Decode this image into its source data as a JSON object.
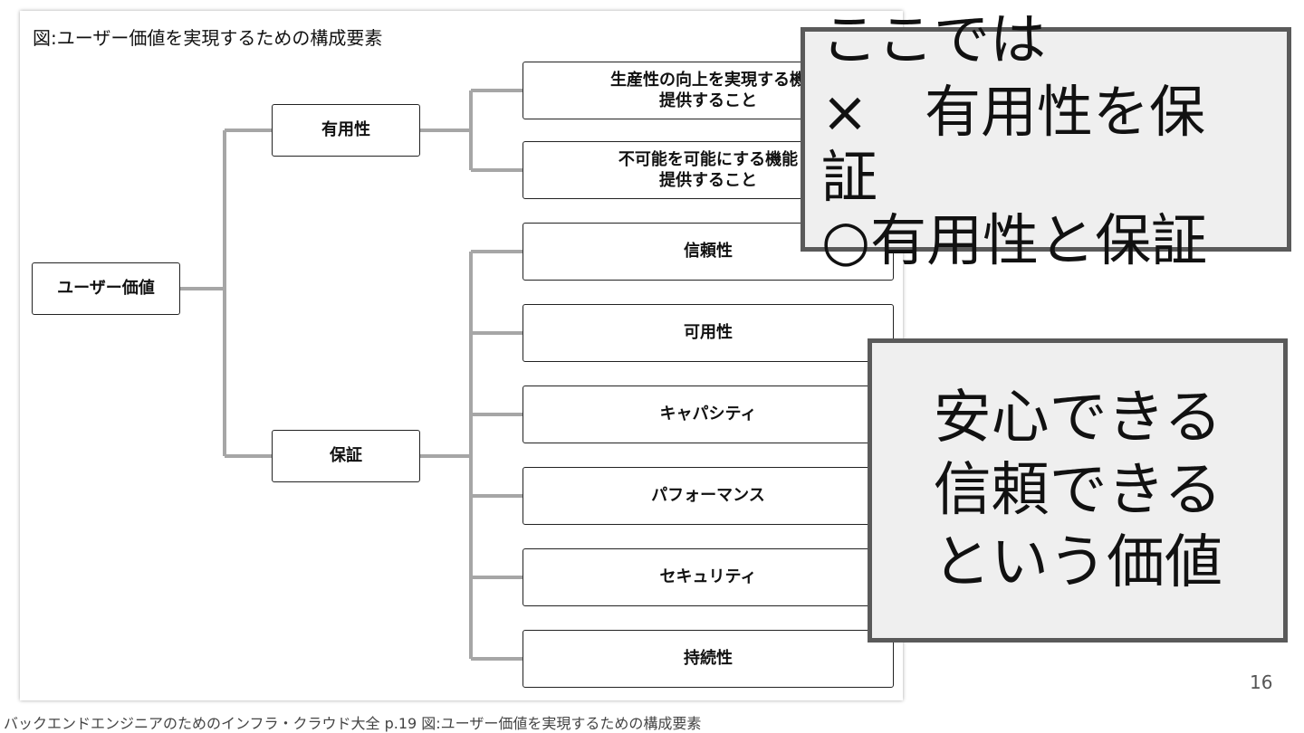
{
  "figure": {
    "title": "図:ユーザー価値を実現するための構成要素",
    "nodes": {
      "root": "ユーザー価値",
      "usefulness": "有用性",
      "assurance": "保証",
      "productivity": "生産性の向上を実現する機\n提供すること",
      "impossible": "不可能を可能にする機能\n提供すること",
      "reliability": "信頼性",
      "availability": "可用性",
      "capacity": "キャパシティ",
      "performance": "パフォーマンス",
      "security": "セキュリティ",
      "sustainability": "持続性"
    },
    "connector_color": "#a6a6a6"
  },
  "callouts": {
    "top": {
      "line1": "ここでは",
      "line2": "×　有用性を保",
      "line3": "証",
      "line4": "○有用性と保証"
    },
    "bottom": {
      "line1": "安心できる",
      "line2": "信頼できる",
      "line3": "という価値"
    }
  },
  "page_number": "16",
  "footer": "バックエンドエンジニアのためのインフラ・クラウド大全 p.19 図:ユーザー価値を実現するための構成要素"
}
